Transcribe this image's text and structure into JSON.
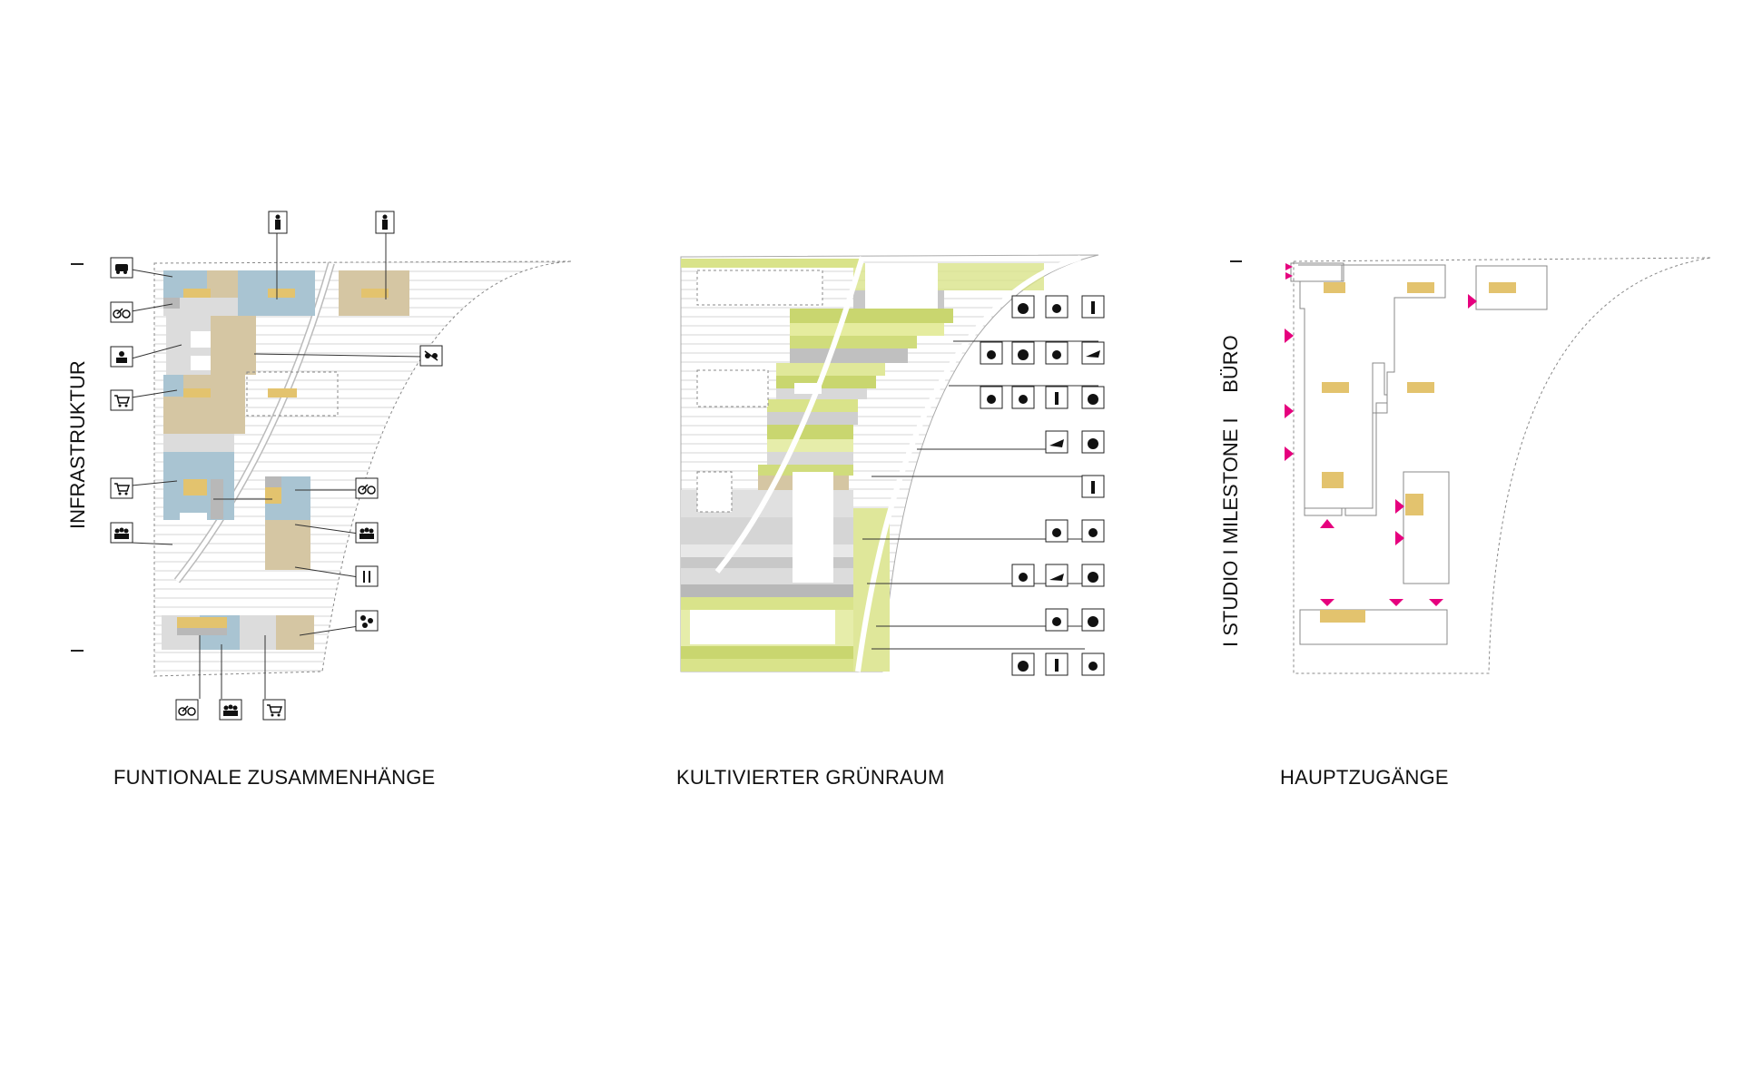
{
  "panels": {
    "functional": {
      "caption": "FUNTIONALE ZUSAMMENHÄNGE",
      "side_label": "INFRASTRUKTUR",
      "icons": [
        "car-icon",
        "bicycle-icon",
        "person-icon",
        "shopping-cart-icon",
        "shopping-cart-icon",
        "bicycle-icon",
        "group-icon",
        "group-icon",
        "fork-knife-icon",
        "bicycle-icon",
        "group-icon",
        "shopping-cart-icon",
        "gathering-icon",
        "person-icon",
        "person-icon",
        "network-icon"
      ]
    },
    "green": {
      "caption": "KULTIVIERTER GRÜNRAUM",
      "activity_icons": [
        "activity-icons-row"
      ]
    },
    "access": {
      "caption": "HAUPTZUGÄNGE",
      "side_label_top": "BÜRO",
      "side_label_bottom": "I STUDIO I MILESTONE I"
    }
  },
  "colors": {
    "blue": "#a9c4d2",
    "tan": "#d5c6a3",
    "yellow": "#e3c36e",
    "gray": "#dcdcdc",
    "green": "#d9e38a",
    "magenta": "#e6007e",
    "line": "#333333"
  }
}
